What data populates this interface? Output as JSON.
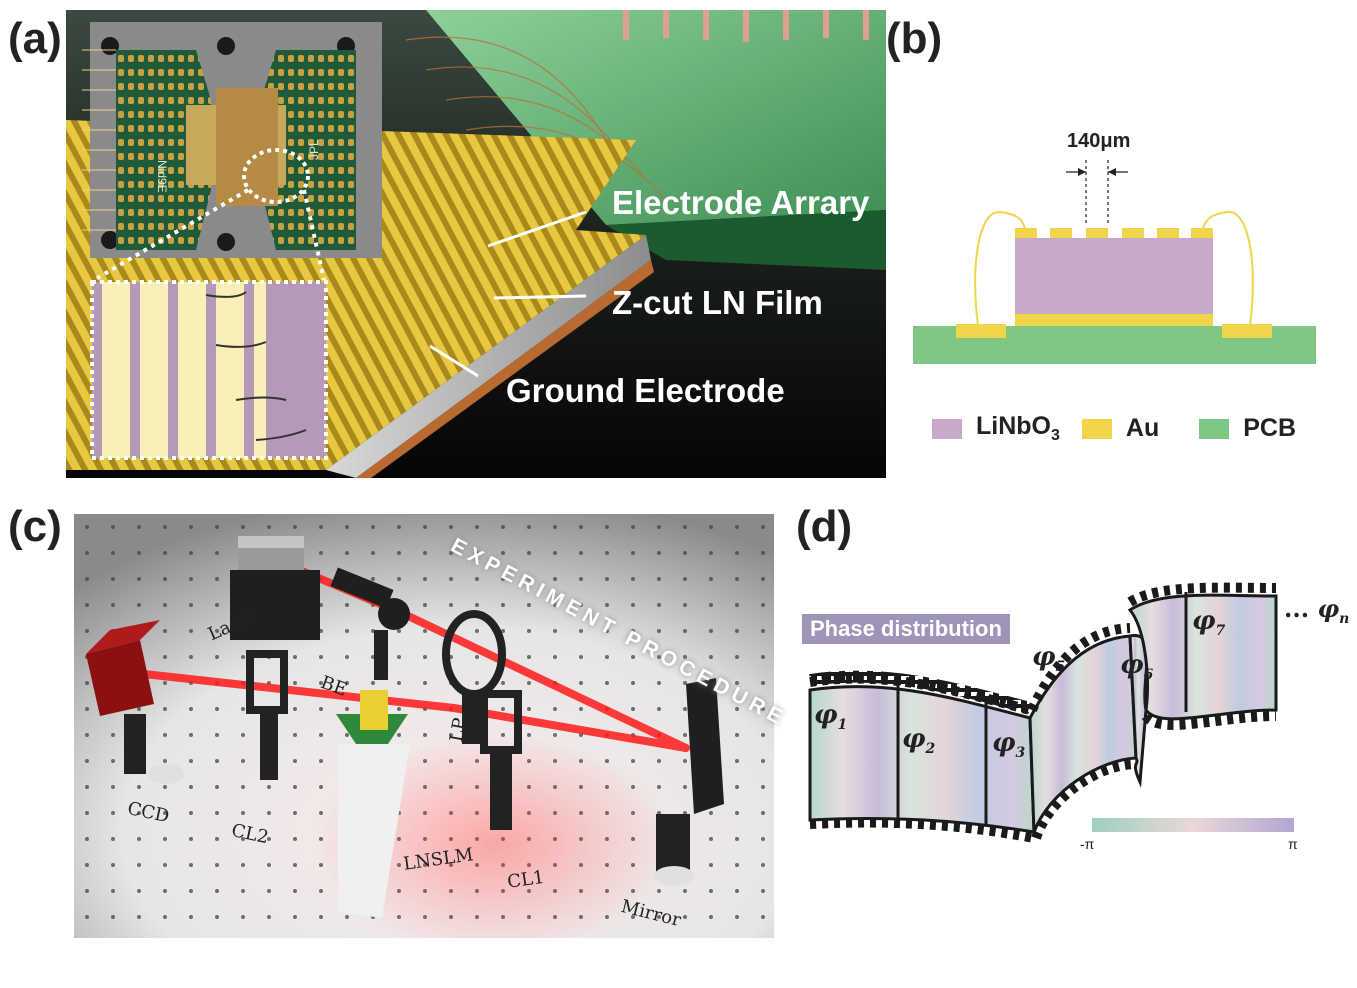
{
  "panels": {
    "a": {
      "letter": "(a)",
      "labels": {
        "electrode_array": "Electrode Arrary",
        "zcut_film": "Z-cut LN Film",
        "ground_electrode": "Ground Electrode"
      },
      "pcb_text": {
        "left": "Nid9E",
        "right": "JPL"
      }
    },
    "b": {
      "letter": "(b)",
      "dimension": "140μm",
      "legend": [
        {
          "base": "LiNbO",
          "sub": "3",
          "color": "#c9a9c9"
        },
        {
          "base": "Au",
          "sub": "",
          "color": "#f0d44a"
        },
        {
          "base": "PCB",
          "sub": "",
          "color": "#7fc782"
        }
      ],
      "colors": {
        "linbo3": "#c9a9c9",
        "au": "#f0d44a",
        "pcb": "#7fc782"
      }
    },
    "c": {
      "letter": "(c)",
      "title": "EXPERIMENT PROCEDURE",
      "labels": {
        "laser": "Laser",
        "be": "BE",
        "ccd": "CCD",
        "cl2": "CL2",
        "lnslm": "LNSLM",
        "cl1": "CL1",
        "lp": "LP",
        "mirror": "Mirror"
      }
    },
    "d": {
      "letter": "(d)",
      "title": "Phase distribution",
      "phases": [
        {
          "base": "φ",
          "sub": "1"
        },
        {
          "base": "φ",
          "sub": "2"
        },
        {
          "base": "φ",
          "sub": "3"
        },
        {
          "base": "φ",
          "sub": "5"
        },
        {
          "base": "φ",
          "sub": "6"
        },
        {
          "base": "φ",
          "sub": "7"
        }
      ],
      "ellipsis": {
        "prefix": "...",
        "base": "φ",
        "sub": "n"
      },
      "colorbar": {
        "min": "-π",
        "max": "π",
        "colors": [
          "#9fcfbf",
          "#ead8d8",
          "#b4a4d4"
        ]
      }
    }
  }
}
